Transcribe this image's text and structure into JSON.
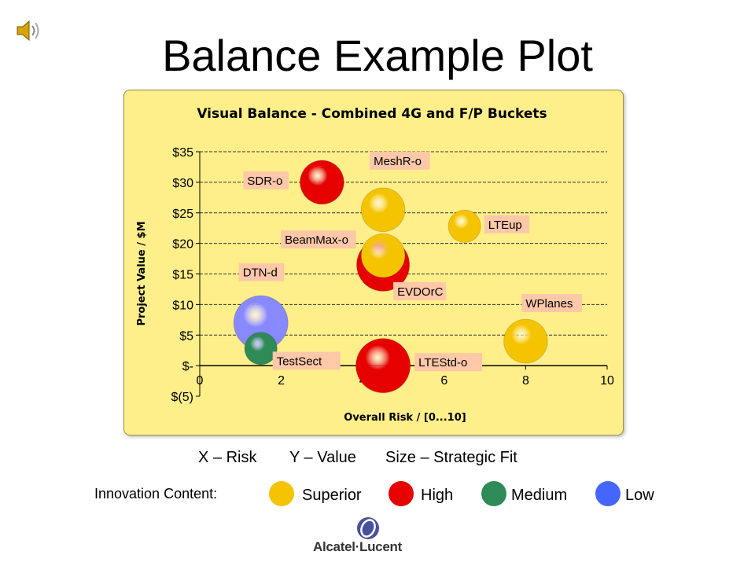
{
  "slide": {
    "title": "Balance Example Plot",
    "icon": "speaker-icon",
    "captions": {
      "x": "X – Risk",
      "y": "Y – Value",
      "size": "Size – Strategic Fit"
    },
    "legend": {
      "title": "Innovation Content:",
      "items": [
        {
          "label": "Superior",
          "color": "#f5c400"
        },
        {
          "label": "High",
          "color": "#e60000"
        },
        {
          "label": "Medium",
          "color": "#2e8b57"
        },
        {
          "label": "Low",
          "color": "#4466ff"
        }
      ]
    },
    "logo": {
      "text": "Alcatel·Lucent",
      "icon": "alcatel-lucent-logo-icon"
    }
  },
  "chart_data": {
    "type": "scatter",
    "title": "Visual Balance - Combined 4G and F/P Buckets",
    "xlabel": "Overall Risk / [0...10]",
    "ylabel": "Project Value / $M",
    "xlim": [
      0,
      10
    ],
    "ylim": [
      -5,
      35
    ],
    "x_ticks": [
      0,
      2,
      4,
      6,
      8,
      10
    ],
    "y_ticks": [
      {
        "value": 35,
        "label": "$35"
      },
      {
        "value": 30,
        "label": "$30"
      },
      {
        "value": 25,
        "label": "$25"
      },
      {
        "value": 20,
        "label": "$20"
      },
      {
        "value": 15,
        "label": "$15"
      },
      {
        "value": 10,
        "label": "$10"
      },
      {
        "value": 5,
        "label": "$5"
      },
      {
        "value": 0,
        "label": "$-"
      },
      {
        "value": -5,
        "label": "$(5)"
      }
    ],
    "grid": true,
    "background": "#ffef8a",
    "points": [
      {
        "name": "SDR-o",
        "x": 3.0,
        "y": 30.0,
        "size": 0.58,
        "color": "#e60000"
      },
      {
        "name": "EVDOrC",
        "x": 4.5,
        "y": 16.5,
        "size": 0.7,
        "color": "#e60000"
      },
      {
        "name": "MeshR-o",
        "x": 4.5,
        "y": 25.5,
        "size": 0.58,
        "color": "#f5c400"
      },
      {
        "name": "BeamMax-o",
        "x": 4.5,
        "y": 18.0,
        "size": 0.58,
        "color": "#f5c400"
      },
      {
        "name": "LTEup",
        "x": 6.5,
        "y": 22.8,
        "size": 0.43,
        "color": "#f5c400"
      },
      {
        "name": "DTN-d",
        "x": 1.5,
        "y": 7.0,
        "size": 0.72,
        "color": "#8888ff"
      },
      {
        "name": "TestSect",
        "x": 1.5,
        "y": 2.8,
        "size": 0.43,
        "color": "#2e8b57"
      },
      {
        "name": "LTEStd-o",
        "x": 4.5,
        "y": 0.0,
        "size": 0.72,
        "color": "#e60000"
      },
      {
        "name": "WPlanes",
        "x": 8.0,
        "y": 4.0,
        "size": 0.58,
        "color": "#f5c400"
      }
    ]
  }
}
